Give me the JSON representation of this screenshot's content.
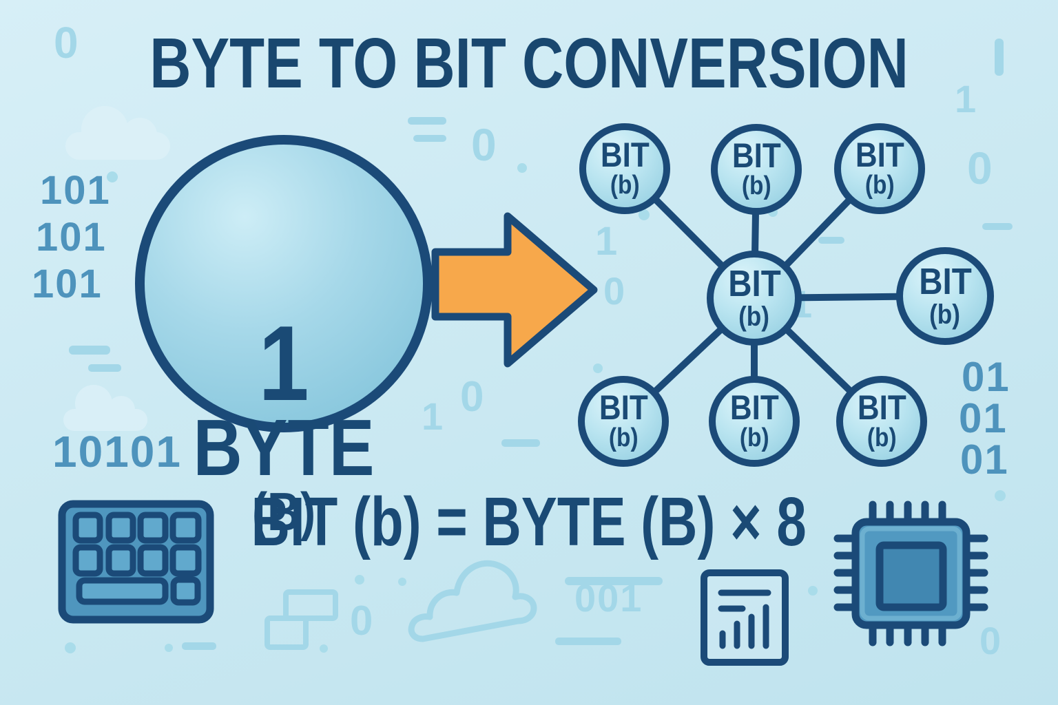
{
  "title": {
    "text": "BYTE TO BIT CONVERSION"
  },
  "byte_circle": {
    "value": "1",
    "unit": "BYTE",
    "symbol": "(B)"
  },
  "bit_network": {
    "label": "BIT",
    "symbol": "(b)",
    "count": 8
  },
  "formula": {
    "text": "BIT (b) = BYTE (B) × 8"
  },
  "background": {
    "digits": [
      "0",
      "101",
      "101",
      "101",
      "10101",
      "0",
      "0",
      "1",
      "1",
      "0",
      "1",
      "1",
      "0",
      "01",
      "01",
      "01",
      "001",
      "0",
      "0"
    ]
  },
  "icons": {
    "keyboard": "keyboard-icon",
    "chip": "cpu-chip-icon",
    "document": "document-chart-icon",
    "clouds": "cloud-decoration"
  },
  "colors": {
    "navy": "#1b4a78",
    "medium_blue": "#4e93bc",
    "faint_blue": "#a3d7e8",
    "circle_fill_light": "#b9e4f0",
    "arrow_orange": "#f7a84b",
    "background_top": "#d7eff7",
    "background_bottom": "#bfe3ee"
  }
}
